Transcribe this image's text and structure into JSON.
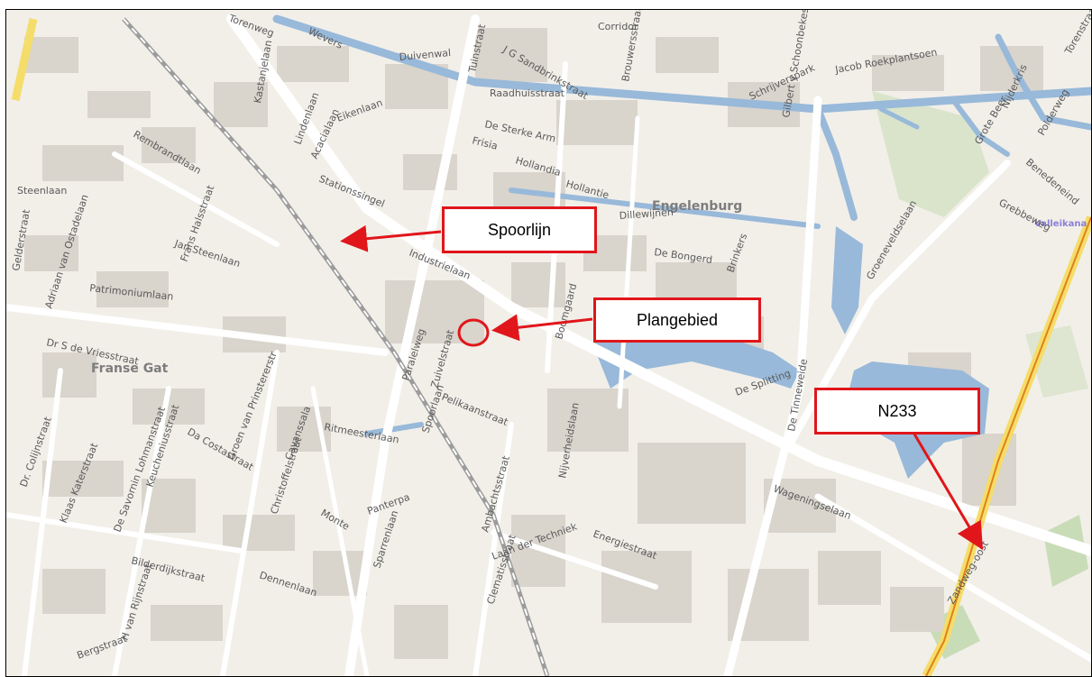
{
  "map": {
    "colors": {
      "background": "#f2efe9",
      "water": "#98b9d9",
      "building": "#d9d4cc",
      "road": "#ffffff",
      "highway": "#f4dd6a",
      "highway_edge": "#e2801a",
      "railway": "#9c9c9c",
      "green": "#c9dcb8",
      "annotation": "#e0161b"
    },
    "districts": [
      "Engelenburg",
      "Franse Gat"
    ],
    "water_labels": [
      "Valleikana"
    ],
    "streets": [
      "Duivenwal",
      "Raadhuisstraat",
      "De Sterke Arm",
      "Frisia",
      "Hollandia",
      "Hollantie",
      "Dillewijnen",
      "De Bongerd",
      "Brinkers",
      "Industrielaan",
      "Stationssingel",
      "Acacialaan",
      "Eikenlaan",
      "Lindenlaan",
      "Kastanjelaan",
      "Rembrandtlaan",
      "Steenlaan",
      "Jan Steenlaan",
      "Frans Halsstraat",
      "Patrimoniumlaan",
      "Adriaan van Ostadelaan",
      "Gelderstraat",
      "Paralelweg",
      "Spoorlaan",
      "Zuivelstraat",
      "Pelikaanstraat",
      "Ritmeesterlaan",
      "Cavanssala",
      "Christoffelstraat",
      "Groen van Prinstererstr",
      "Da Costastraat",
      "Keucheniusstraat",
      "De Savornin Lohmanstraat",
      "Klaas Katerstraat",
      "Dr. Colijnstraat",
      "Bilderdijkstraat",
      "Dennenlaan",
      "Sparrenlaan",
      "Panterpa",
      "Monte",
      "Ambachtsstraat",
      "Clematisstraat",
      "Laan der Techniek",
      "Energiestraat",
      "Nijverheidslaan",
      "Boomgaard",
      "De Splitting",
      "De Tinneweide",
      "Wageningselaan",
      "Zandweg-oost",
      "Groeneveldselaan",
      "Grebbeweg",
      "Benedeneind",
      "Polderweg",
      "Grote Beer",
      "Nijderkris",
      "Gilbert v Schoonbekestr",
      "Schrijverspark",
      "Brouwersstraat",
      "Tuinstraat",
      "J G Sandbrinkstraat",
      "Corridor",
      "Wevers",
      "Torenweg",
      "Torenstraat",
      "Jacob Roekplantsoen",
      "Dr S de Vriesstraat",
      "Bergstraat",
      "H van Rijnstraat"
    ]
  },
  "callouts": [
    {
      "id": "spoorlijn",
      "label": "Spoorlijn"
    },
    {
      "id": "plangebied",
      "label": "Plangebied"
    },
    {
      "id": "n233",
      "label": "N233"
    }
  ]
}
